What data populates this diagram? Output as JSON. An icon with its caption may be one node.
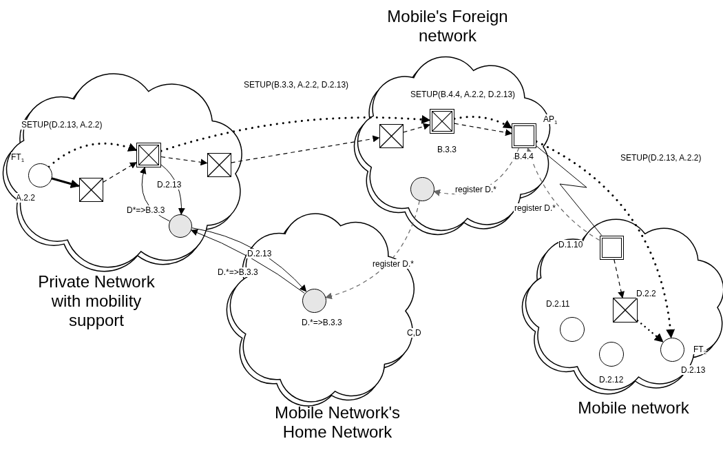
{
  "diagram": {
    "nodes": [
      {
        "text": [
          "Private Network with mobility support"
        ]
      },
      {
        "text": [
          "Mobile's Foreign network"
        ]
      },
      {
        "text": [
          "Mobile Network's Home Network"
        ]
      },
      {
        "text": [
          "Mobile network"
        ]
      },
      {
        "text": [],
        "shape": "circle",
        "in": 0,
        "beside": [
          "FT$_{1}$",
          "A.2.2"
        ]
      },
      {
        "text": [],
        "shape": "box",
        "in": 0
      },
      {
        "text": [],
        "shape": "box",
        "in": 0
      },
      {
        "text": [],
        "shape": "box",
        "in": 0
      },
      {
        "text": [],
        "shape": "circle",
        "in": 0
      },
      {
        "text": [],
        "shape": "box",
        "in": 1
      },
      {
        "text": [],
        "shape": "box",
        "in": 1,
        "beside": [
          "B.3.3"
        ]
      },
      {
        "text": [],
        "shape": "box",
        "in": 1,
        "beside": [
          "AP$_{1}$",
          "B.4.4"
        ]
      },
      {
        "text": [],
        "shape": "circle",
        "in": 1
      },
      {
        "text": [],
        "shape": "circle",
        "in": 2,
        "beside": [
          "D.*=>B.3.3"
        ]
      },
      {
        "text": [],
        "shape": "box",
        "in": 3,
        "beside": [
          "D.1.10"
        ]
      },
      {
        "text": [],
        "shape": "box",
        "in": 3,
        "beside": [
          "D.2.2"
        ]
      },
      {
        "text": [],
        "shape": "circle",
        "in": 3,
        "beside": [
          "D.2.11"
        ]
      },
      {
        "text": [],
        "shape": "circle",
        "in": 3,
        "beside": [
          "D.2.12"
        ]
      },
      {
        "text": [],
        "shape": "circle",
        "in": 3,
        "beside": [
          "FT$_{2}$",
          "D.2.13"
        ]
      }
    ],
    "edges": [
      {
        "from": 4,
        "to": 5,
        "arrow": "to",
        "style": "thick"
      },
      {
        "from": 5,
        "to": 6,
        "arrow": "to",
        "style": "dashed"
      },
      {
        "from": 6,
        "to": 7,
        "arrow": "to",
        "style": "dashed"
      },
      {
        "from": 7,
        "to": 9,
        "arrow": "to",
        "style": "dashed"
      },
      {
        "from": 9,
        "to": 10,
        "arrow": "to",
        "style": "dashed"
      },
      {
        "from": 10,
        "to": 11,
        "arrow": "to",
        "style": "dashed"
      },
      {
        "from": 4,
        "to": 6,
        "arrow": "to",
        "style": "dashed",
        "label": "SETUP(D.2.13, A.2.2)"
      },
      {
        "from": 6,
        "to": 10,
        "arrow": "to",
        "style": "dashed",
        "label": "SETUP(B.3.3, A.2.2, D.2.13)"
      },
      {
        "from": 10,
        "to": 11,
        "arrow": "to",
        "style": "dashed",
        "label": "SETUP(B.4.4, A.2.2, D.2.13)"
      },
      {
        "from": 11,
        "to": 18,
        "arrow": "to",
        "style": "dashed",
        "label": "SETUP(D.2.13, A.2.2)"
      },
      {
        "from": 6,
        "to": 8,
        "arrow": "to",
        "label": "D.2.13"
      },
      {
        "from": 8,
        "to": 6,
        "arrow": "to",
        "label": "D*=>B.3.3"
      },
      {
        "from": 8,
        "to": 13,
        "arrow": "to",
        "label": "D.2.13"
      },
      {
        "from": 13,
        "to": 8,
        "arrow": "to",
        "label": "D.*=>B.3.3"
      },
      {
        "from": 12,
        "to": 13,
        "arrow": "to",
        "style": "dashed",
        "color": "#666666",
        "label": "register D.*"
      },
      {
        "from": 11,
        "to": 12,
        "arrow": "to",
        "style": "dashed",
        "color": "#666666",
        "label": "register D.*"
      },
      {
        "from": 14,
        "to": 11,
        "arrow": "to",
        "style": "dashed",
        "color": "#666666",
        "label": "register D.*"
      },
      {
        "from": 11,
        "to": 14,
        "arrow": "none"
      },
      {
        "from": 14,
        "to": 15,
        "arrow": "to",
        "style": "dashed"
      },
      {
        "from": 15,
        "to": 18,
        "arrow": "to",
        "style": "dashed"
      }
    ],
    "labels": [
      "C,D"
    ]
  }
}
